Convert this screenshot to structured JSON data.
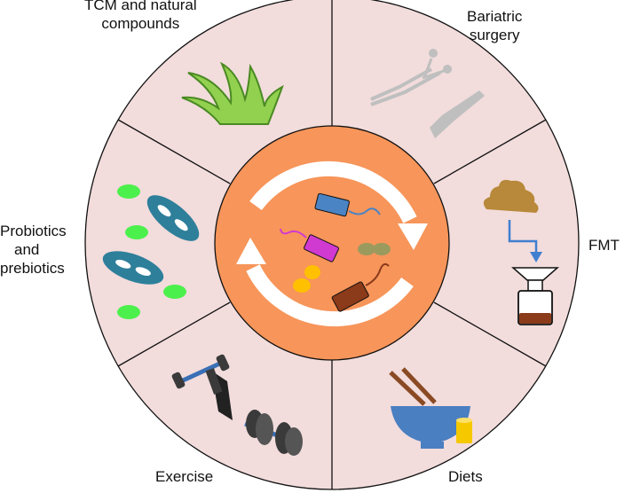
{
  "labels": {
    "tcm": [
      "TCM and natural",
      "compounds"
    ],
    "bariatric": [
      "Bariatric",
      "surgery"
    ],
    "fmt": "FMT",
    "probiotics": [
      "Probiotics",
      "and",
      "prebiotics"
    ],
    "exercise": "Exercise",
    "diets": "Diets"
  },
  "colors": {
    "segment_fill": "#f2dcdc",
    "center_fill": "#f7955a",
    "outline": "#111111",
    "plant": "#92d050",
    "surgical_gray": "#bfbfbf",
    "stool": "#b8893a",
    "arrow_blue": "#3f7fd0",
    "bacteria_teal": "#2e7f9a",
    "capsule_green": "#4cf04c",
    "dumbbell_blue": "#3a6fb5",
    "dark_gray": "#3a3a3a",
    "bowl_blue": "#4a7fc1",
    "chopstick_brown": "#8a4a23",
    "cup_yellow": "#f5c800",
    "bacterium_blue": "#4a84c4",
    "bacterium_magenta": "#d03ad0",
    "bacterium_olive": "#9a9a5e",
    "bacterium_yellow": "#ffc000",
    "bacterium_brown": "#8b3a1a"
  },
  "icons": {
    "tcm": "plant-icon",
    "bariatric": "surgical-tools-icon",
    "fmt": "fecal-transplant-icon",
    "probiotics": "probiotic-bacteria-icon",
    "exercise": "dumbbell-icon",
    "diets": "food-bowl-icon",
    "center": "microbiota-cycle-icon"
  }
}
